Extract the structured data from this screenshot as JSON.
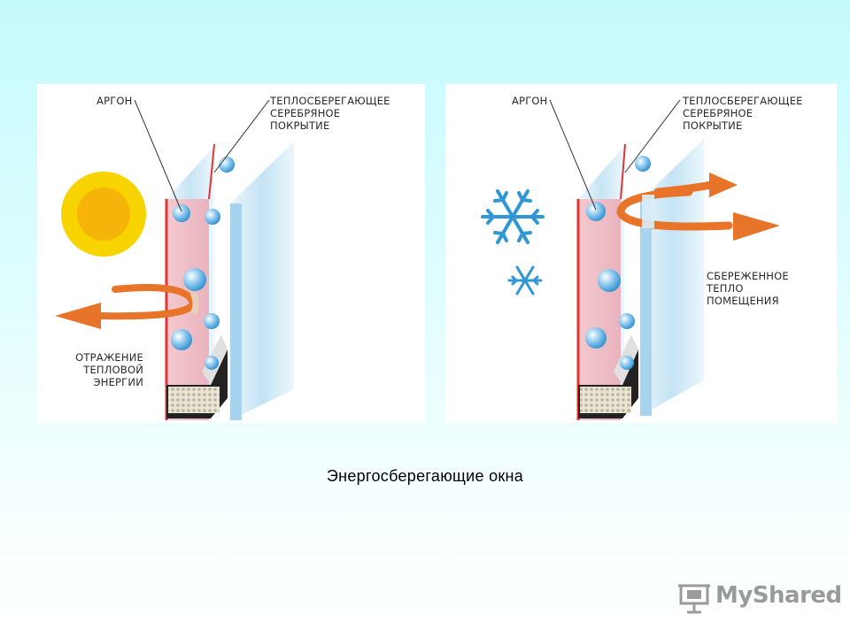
{
  "left": {
    "label_argon": "АРГОН",
    "label_coating": "ТЕПЛОСБЕРЕГАЮЩЕЕ\nСЕРЕБРЯНОЕ\nПОКРЫТИЕ",
    "label_reflection": "ОТРАЖЕНИЕ\nТЕПЛОВОЙ\nЭНЕРГИИ",
    "icon": "sun-icon"
  },
  "right": {
    "label_argon": "АРГОН",
    "label_coating": "ТЕПЛОСБЕРЕГАЮЩЕЕ\nСЕРЕБРЯНОЕ\nПОКРЫТИЕ",
    "label_saved": "СБЕРЕЖЕННОЕ\nТЕПЛО\nПОМЕЩЕНИЯ",
    "icon": "snowflake-icon"
  },
  "caption": "Энергосберегающие окна",
  "watermark": "MyShared",
  "colors": {
    "background": "#c6fafd",
    "arrow": "#e8742a",
    "coating": "#e63a3a",
    "glass": "#cfe9f7",
    "sun": "#f7c200",
    "snow": "#2f97d6"
  }
}
